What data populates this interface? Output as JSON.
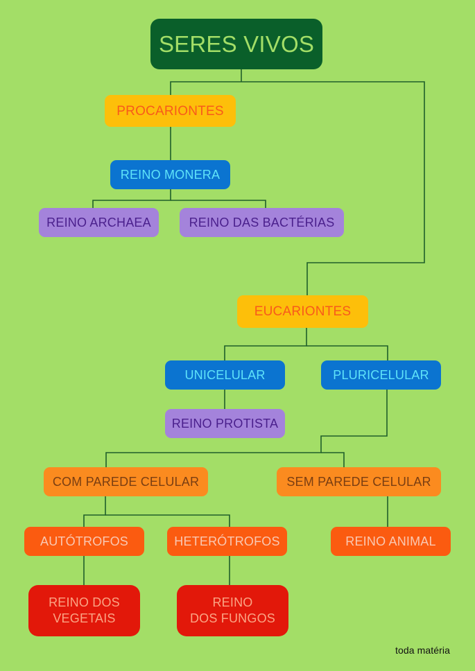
{
  "nodes": {
    "seres_vivos": "SERES VIVOS",
    "procariontes": "PROCARIONTES",
    "reino_monera": "REINO MONERA",
    "reino_archaea": "REINO ARCHAEA",
    "reino_bacterias": "REINO DAS BACTÉRIAS",
    "eucariontes": "EUCARIONTES",
    "unicelular": "UNICELULAR",
    "pluricelular": "PLURICELULAR",
    "reino_protista": "REINO PROTISTA",
    "com_parede": "COM PAREDE CELULAR",
    "sem_parede": "SEM PAREDE CELULAR",
    "autotrofos": "AUTÓTROFOS",
    "heterotrofos": "HETERÓTROFOS",
    "reino_animal": "REINO ANIMAL",
    "reino_vegetais_1": "REINO DOS",
    "reino_vegetais_2": "VEGETAIS",
    "reino_fungos_1": "REINO",
    "reino_fungos_2": "DOS FUNGOS"
  },
  "brand": "toda matéria",
  "colors": {
    "background": "#a3de67",
    "line": "#1f5f2a",
    "root": "#0a5f2a",
    "yellow": "#fdbf0a",
    "blue": "#0b74d0",
    "purple": "#a483db",
    "orange": "#fb8b1f",
    "red_orange": "#fb5b10",
    "red": "#e2180a"
  }
}
